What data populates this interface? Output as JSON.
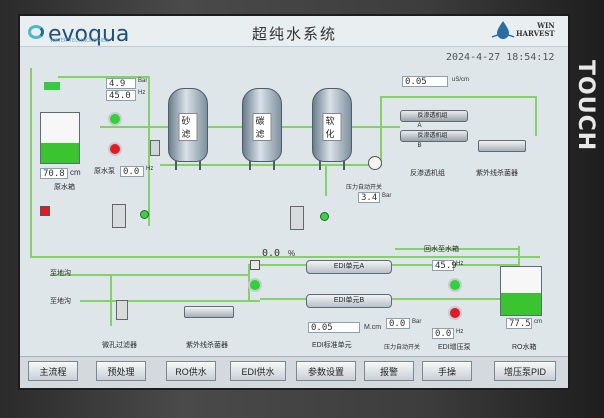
{
  "hmi": {
    "touch_label": "TOUCH",
    "logo": "evoqua",
    "logo_sub": "WATER TECHNOLOGIES",
    "title": "超纯水系统",
    "brand": {
      "line1": "WIN",
      "line2": "HARVEST"
    },
    "datetime": "2024-4-27 18:54:12"
  },
  "raw_water": {
    "level": "70.8",
    "level_unit": "cm",
    "tank_label": "原水箱",
    "pump_label": "原水泵",
    "pressure": "4.9",
    "pressure_unit": "Bar",
    "freq": "45.0",
    "freq_unit": "Hz",
    "freq2": "0.0",
    "freq2_unit": "Hz"
  },
  "filters": [
    {
      "label": "砂滤"
    },
    {
      "label": "碳滤"
    },
    {
      "label": "软化"
    }
  ],
  "ro": {
    "conductivity": "0.05",
    "conductivity_unit": "uS/cm",
    "membrane_a": "反渗透机组A",
    "membrane_b": "反渗透机组B",
    "group_label": "反渗透机组",
    "uv_label": "紫外线杀菌器",
    "booster_label": "压力自动开关",
    "booster_pressure": "3.4",
    "booster_pressure_unit": "Bar"
  },
  "edi": {
    "return_label": "回水至水箱",
    "recovery": "0.0",
    "recovery_unit": "%",
    "unit_a": "EDI单元A",
    "unit_b": "EDI单元B",
    "unit_label": "EDI标准单元",
    "conductivity": "0.05",
    "conductivity_unit": "M.cm",
    "pressure": "0.0",
    "pressure_unit": "Bar",
    "pressure_switch_label": "压力自动开关",
    "pump_label": "EDI增压泵",
    "pump_freq": "45.9",
    "pump_freq_unit": "Hz",
    "pump_freq2": "0.0",
    "pump_freq2_unit": "Hz",
    "tank_label": "RO水箱",
    "tank_level": "77.5",
    "tank_level_unit": "cm",
    "drain1": "至地沟",
    "drain2": "至地沟",
    "filter_label": "微孔过滤器",
    "uv_label": "紫外线杀菌器"
  },
  "navbar": {
    "buttons": [
      "主流程",
      "预处理",
      "RO供水",
      "EDI供水",
      "参数设置",
      "报警",
      "手操",
      "增压泵PID"
    ]
  },
  "colors": {
    "pipe_green": "#86d06a",
    "pump_run": "#2fd23a",
    "pump_stop": "#e11a25",
    "screen_bg": "#dfe6ea"
  }
}
